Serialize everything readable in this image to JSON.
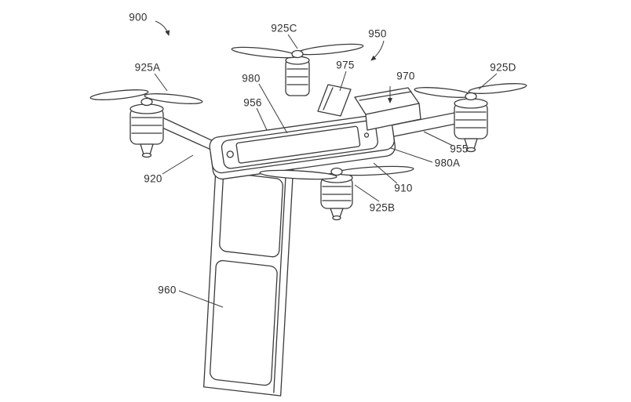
{
  "figure": {
    "kind": "patent-line-drawing",
    "subject": "Quadcopter drone with mounted smartphone and hanging banner panel"
  },
  "labels": {
    "ref_900": "900",
    "ref_925A": "925A",
    "ref_925B": "925B",
    "ref_925C": "925C",
    "ref_925D": "925D",
    "ref_950": "950",
    "ref_975": "975",
    "ref_970": "970",
    "ref_980": "980",
    "ref_980A": "980A",
    "ref_956": "956",
    "ref_955": "955",
    "ref_920": "920",
    "ref_910": "910",
    "ref_960": "960"
  }
}
